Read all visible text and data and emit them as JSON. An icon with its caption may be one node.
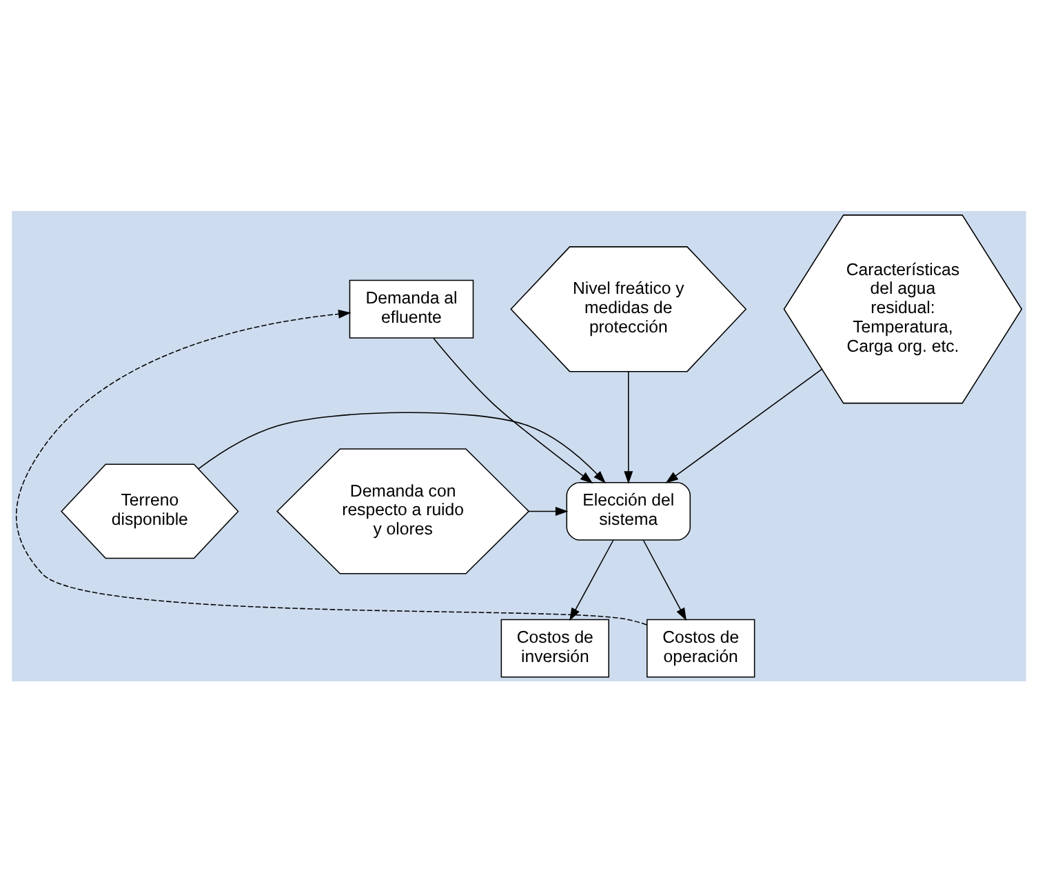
{
  "diagram": {
    "nodes": [
      {
        "text": [
          "Demanda al efluente"
        ]
      },
      {
        "text": [
          "Elección del sistema"
        ]
      },
      {
        "text": [
          "Terreno disponible"
        ]
      },
      {
        "text": [
          "Demanda con respecto a ruido y olores"
        ]
      },
      {
        "text": [
          "Nivel freático y medidas de protección"
        ]
      },
      {
        "text": [
          "Características del agua residual: Temperatura, Carga org. etc."
        ]
      },
      {
        "text": [
          "Costos de inversión"
        ]
      },
      {
        "text": [
          "Costos de operación"
        ]
      }
    ],
    "edges": [
      {
        "from": 0,
        "to": 1,
        "arrow": "to"
      },
      {
        "from": 2,
        "to": 1,
        "arrow": "to"
      },
      {
        "from": 3,
        "to": 1,
        "arrow": "to"
      },
      {
        "from": 4,
        "to": 1,
        "arrow": "to"
      },
      {
        "from": 5,
        "to": 1,
        "arrow": "to"
      },
      {
        "from": 1,
        "to": 6,
        "arrow": "to"
      },
      {
        "from": 1,
        "to": 7,
        "arrow": "to"
      },
      {
        "from": 7,
        "to": 0,
        "arrow": "to",
        "style": "dashed"
      }
    ]
  }
}
